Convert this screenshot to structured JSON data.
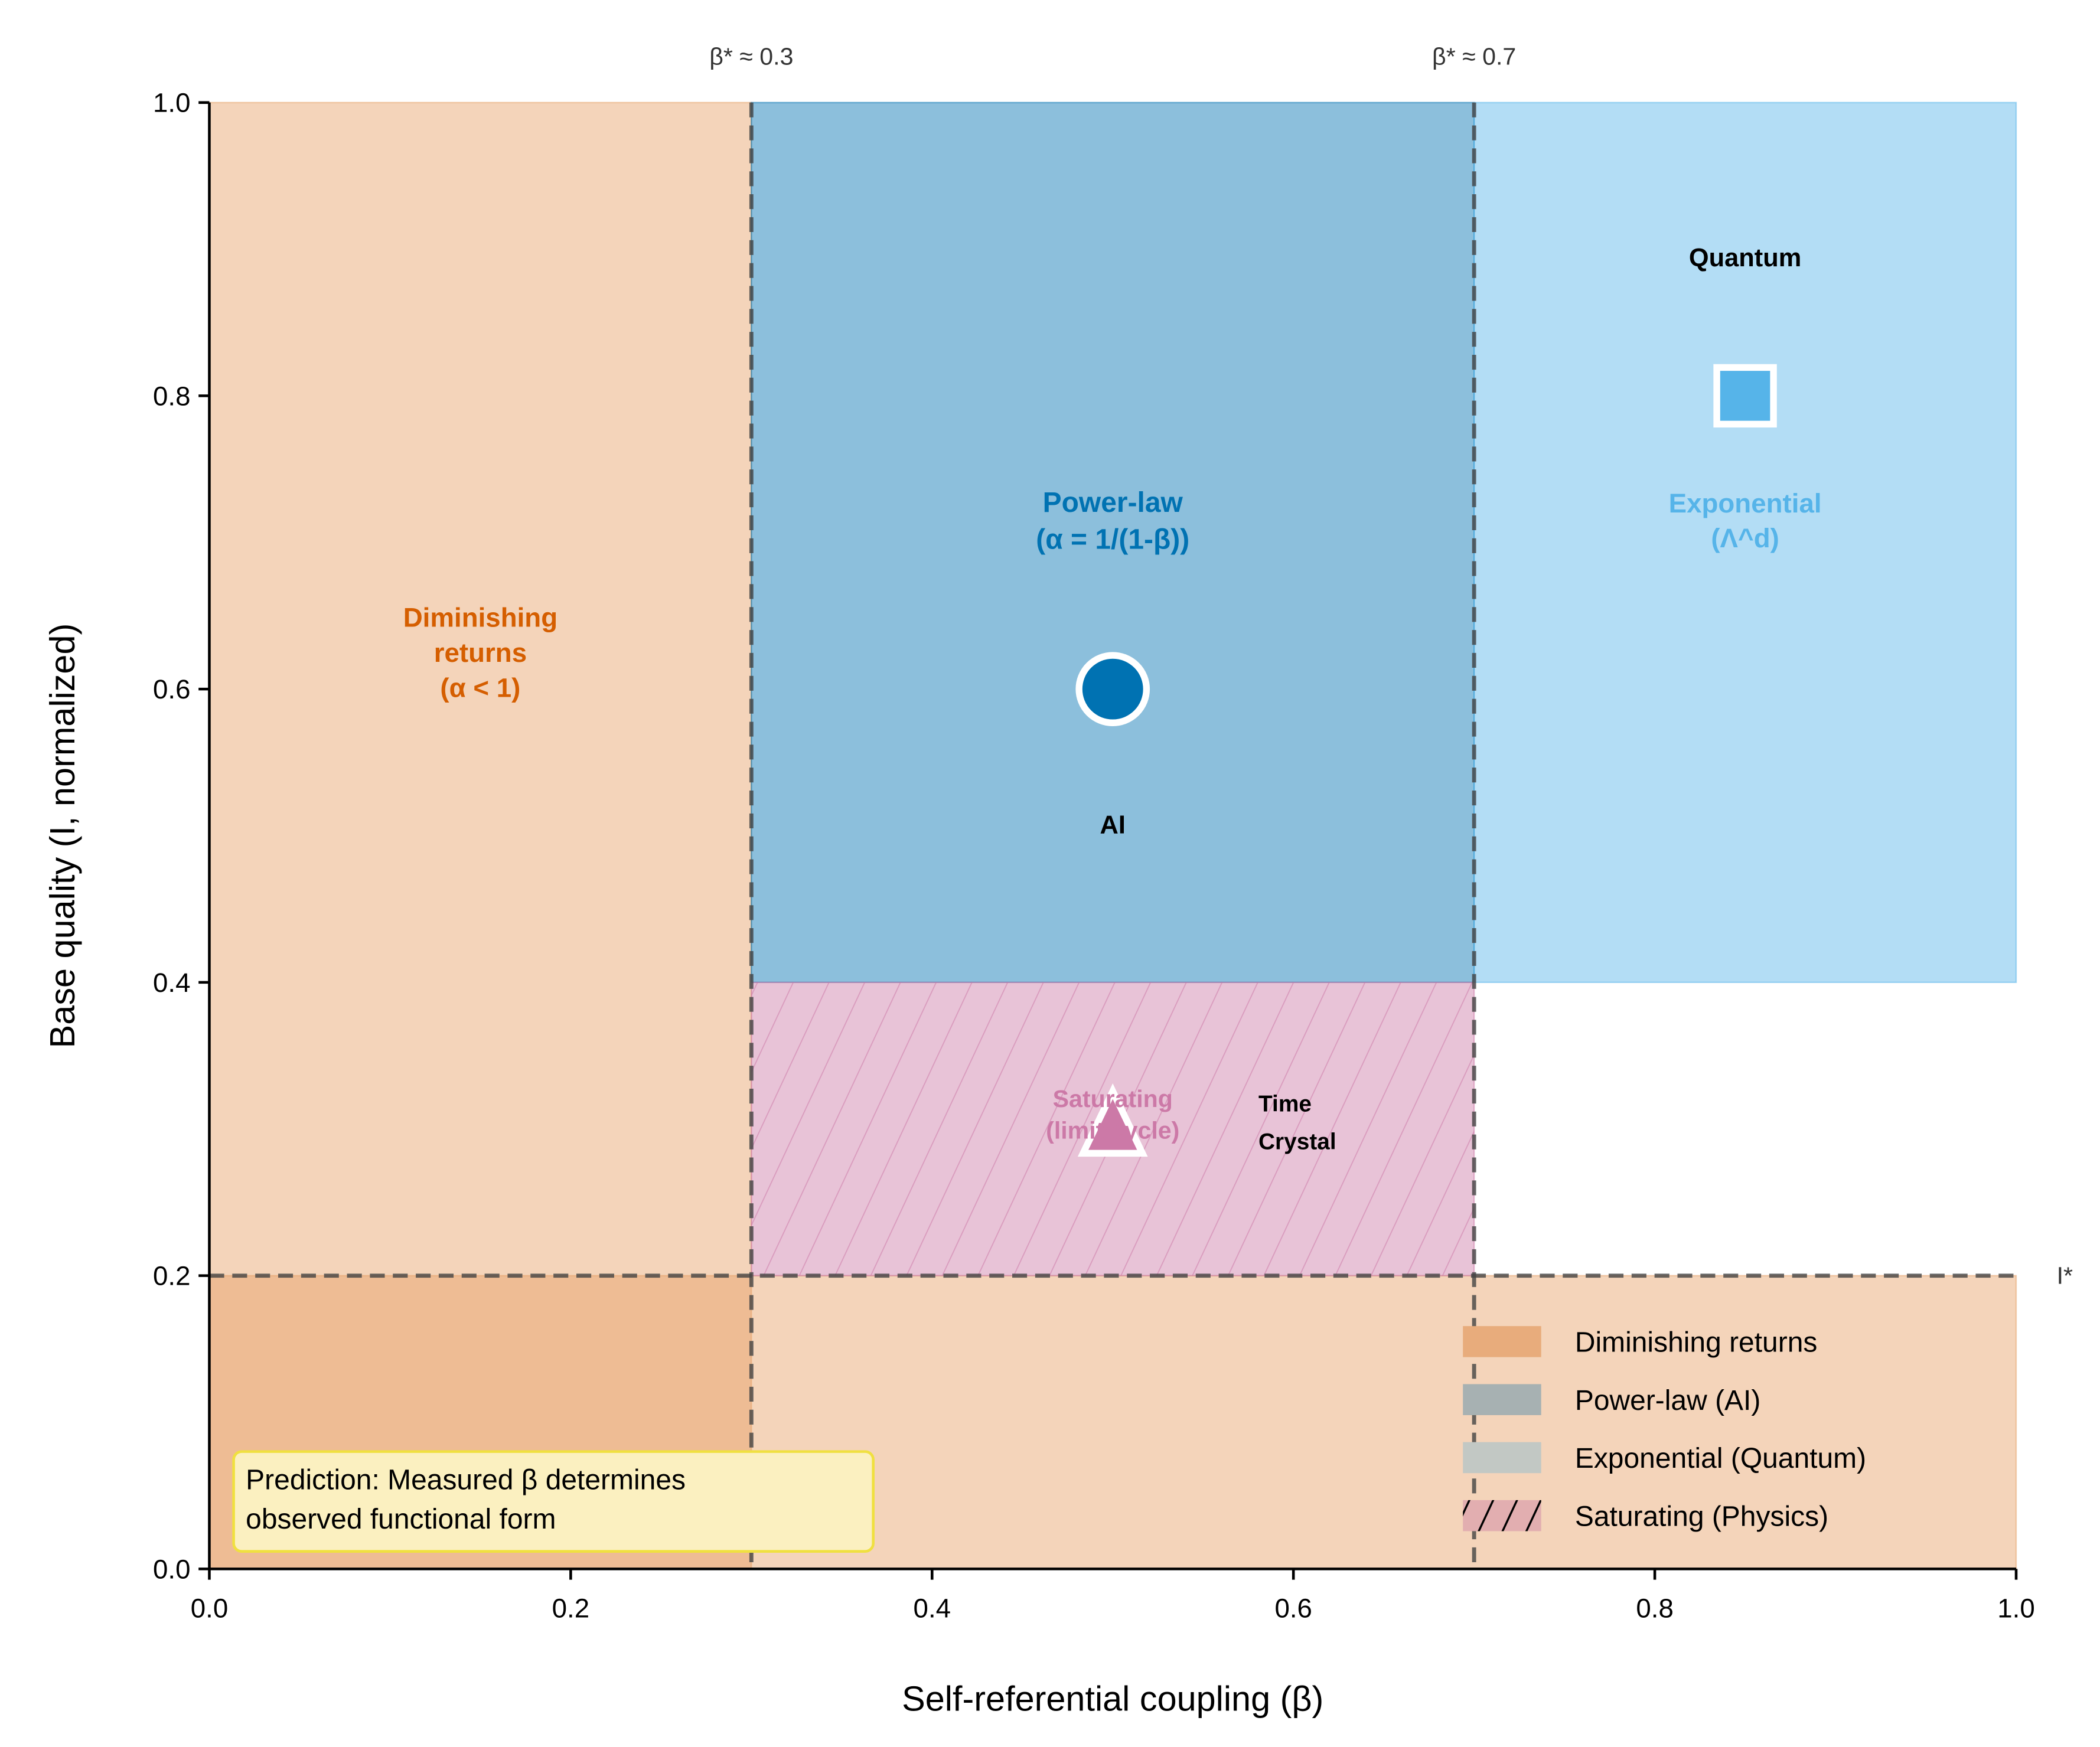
{
  "chart_data": {
    "type": "region-map",
    "xlabel": "Self-referential coupling (β)",
    "ylabel": "Base quality (I, normalized)",
    "xlim": [
      0,
      1
    ],
    "ylim": [
      0,
      1
    ],
    "x_ticks": [
      "0.0",
      "0.2",
      "0.4",
      "0.6",
      "0.8",
      "1.0"
    ],
    "y_ticks": [
      "0.0",
      "0.2",
      "0.4",
      "0.6",
      "0.8",
      "1.0"
    ],
    "grid": false,
    "regions": [
      {
        "name": "Diminishing returns",
        "x": [
          0,
          0.3
        ],
        "y": [
          0,
          1
        ],
        "color": "#e69f65",
        "label": [
          "Diminishing",
          "returns",
          "(α < 1)"
        ],
        "label_color": "#d55e00"
      },
      {
        "name": "Diminishing returns (low I)",
        "x": [
          0,
          1
        ],
        "y": [
          0,
          0.2
        ],
        "color": "#e69f65"
      },
      {
        "name": "Power-law (AI)",
        "x": [
          0.3,
          0.7
        ],
        "y": [
          0.4,
          1
        ],
        "color": "#0072b2",
        "label": [
          "Power-law",
          "(α = 1/(1-β))"
        ],
        "label_color": "#0072b2"
      },
      {
        "name": "Exponential (Quantum)",
        "x": [
          0.7,
          1
        ],
        "y": [
          0.4,
          1
        ],
        "color": "#56b4e9",
        "label": [
          "Exponential",
          "(Λ^d)"
        ],
        "label_color": "#56b4e9"
      },
      {
        "name": "Saturating (Physics)",
        "x": [
          0.3,
          0.7
        ],
        "y": [
          0.2,
          0.4
        ],
        "color": "#cc79a7",
        "hatch": "/",
        "label": [
          "Saturating",
          "(limit cycle)"
        ],
        "label_color": "#cc79a7"
      }
    ],
    "thresholds": {
      "vertical": [
        {
          "x": 0.3,
          "label": "β* ≈ 0.3"
        },
        {
          "x": 0.7,
          "label": "β* ≈ 0.7"
        }
      ],
      "horizontal": [
        {
          "y": 0.2,
          "label": "I*"
        }
      ]
    },
    "points": [
      {
        "name": "AI",
        "x": 0.5,
        "y": 0.6,
        "marker": "circle",
        "color": "#0072b2",
        "label": [
          "AI"
        ]
      },
      {
        "name": "Quantum",
        "x": 0.85,
        "y": 0.8,
        "marker": "square",
        "color": "#56b4e9",
        "label": [
          "Quantum"
        ]
      },
      {
        "name": "Time Crystal",
        "x": 0.5,
        "y": 0.3,
        "marker": "triangle",
        "color": "#cc79a7",
        "label": [
          "Time",
          "Crystal"
        ]
      }
    ],
    "legend": {
      "placement": "lower-right",
      "entries": [
        {
          "label": "Diminishing returns",
          "color": "#e8ac7c"
        },
        {
          "label": "Power-law (AI)",
          "color": "#a7b1b2"
        },
        {
          "label": "Exponential (Quantum)",
          "color": "#c2c8c4"
        },
        {
          "label": "Saturating (Physics)",
          "color": "#e2aeb0",
          "hatch": "/"
        }
      ]
    },
    "annotation": {
      "lines": [
        "Prediction: Measured β determines",
        "observed functional form"
      ],
      "bg": "#fbf0c0",
      "border": "#f0e040"
    }
  }
}
